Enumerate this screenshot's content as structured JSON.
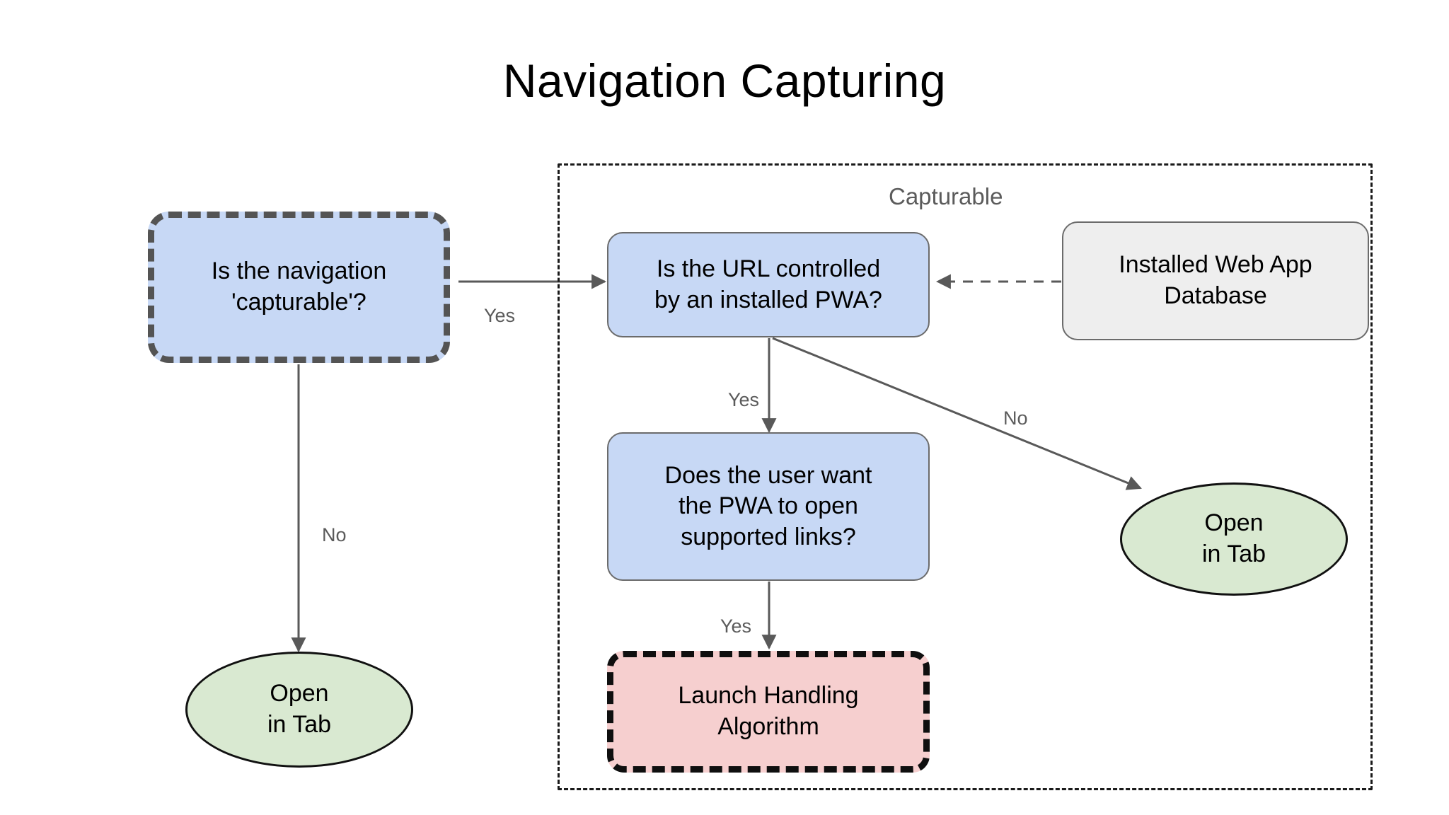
{
  "diagram": {
    "title": "Navigation Capturing",
    "type": "flowchart",
    "groups": [
      {
        "id": "capturable",
        "label": "Capturable",
        "style": "dashed-container"
      }
    ],
    "nodes": [
      {
        "id": "is-navigation-capturable",
        "label": "Is the navigation\n'capturable'?",
        "shape": "rounded-rect",
        "style": "decision-dashed",
        "fill": "#c7d8f5",
        "stroke": "#545454"
      },
      {
        "id": "is-url-controlled",
        "label": "Is the URL controlled\nby an installed PWA?",
        "shape": "rounded-rect",
        "style": "decision",
        "fill": "#c7d8f5",
        "stroke": "#6b6b6b"
      },
      {
        "id": "installed-web-app-database",
        "label": "Installed Web App\nDatabase",
        "shape": "rounded-rect",
        "style": "datastore",
        "fill": "#eeeeee",
        "stroke": "#6b6b6b"
      },
      {
        "id": "does-user-want-pwa",
        "label": "Does the user want\nthe PWA to open\nsupported links?",
        "shape": "rounded-rect",
        "style": "decision",
        "fill": "#c7d8f5",
        "stroke": "#6b6b6b"
      },
      {
        "id": "launch-handling-algorithm",
        "label": "Launch Handling\nAlgorithm",
        "shape": "rounded-rect",
        "style": "subprocess-dashed",
        "fill": "#f6cfcf",
        "stroke": "#0f0f0f"
      },
      {
        "id": "open-in-tab-left",
        "label": "Open\nin Tab",
        "shape": "ellipse",
        "style": "terminal",
        "fill": "#d9e9d1",
        "stroke": "#111111"
      },
      {
        "id": "open-in-tab-right",
        "label": "Open\nin Tab",
        "shape": "ellipse",
        "style": "terminal",
        "fill": "#d9e9d1",
        "stroke": "#111111"
      }
    ],
    "edges": [
      {
        "id": "capturable-yes",
        "from": "is-navigation-capturable",
        "to": "is-url-controlled",
        "label": "Yes",
        "style": "solid-arrow"
      },
      {
        "id": "capturable-no",
        "from": "is-navigation-capturable",
        "to": "open-in-tab-left",
        "label": "No",
        "style": "solid-arrow"
      },
      {
        "id": "url-controlled-yes",
        "from": "is-url-controlled",
        "to": "does-user-want-pwa",
        "label": "Yes",
        "style": "solid-arrow"
      },
      {
        "id": "url-controlled-no",
        "from": "is-url-controlled",
        "to": "open-in-tab-right",
        "label": "No",
        "style": "solid-arrow"
      },
      {
        "id": "user-want-yes",
        "from": "does-user-want-pwa",
        "to": "launch-handling-algorithm",
        "label": "Yes",
        "style": "solid-arrow"
      },
      {
        "id": "database-lookup",
        "from": "installed-web-app-database",
        "to": "is-url-controlled",
        "label": "",
        "style": "dashed-arrow"
      }
    ],
    "colors": {
      "decision_fill": "#c7d8f5",
      "datastore_fill": "#eeeeee",
      "subprocess_fill": "#f6cfcf",
      "terminal_fill": "#d9e9d1",
      "edge_stroke": "#595959",
      "label_text": "#5b5b5b",
      "background": "#ffffff"
    }
  }
}
